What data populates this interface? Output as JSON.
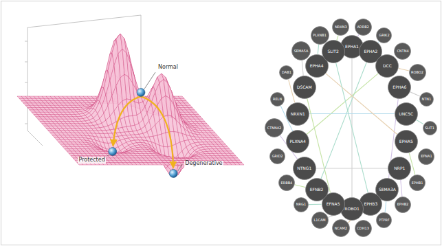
{
  "diagram": {
    "nodes": [
      {
        "text": [
          "EPHA1"
        ]
      },
      {
        "text": [
          "EPHA2"
        ]
      },
      {
        "text": [
          "DCC"
        ]
      },
      {
        "text": [
          "EPHA6"
        ]
      },
      {
        "text": [
          "UNC5C"
        ]
      },
      {
        "text": [
          "EPHA5"
        ]
      },
      {
        "text": [
          "NRP1"
        ]
      },
      {
        "text": [
          "SEMA3A"
        ]
      },
      {
        "text": [
          "EPHB3"
        ]
      },
      {
        "text": [
          "ROBO1"
        ]
      },
      {
        "text": [
          "EFNA5"
        ]
      },
      {
        "text": [
          "EFNB2"
        ]
      },
      {
        "text": [
          "NTNG1"
        ]
      },
      {
        "text": [
          "PLXNA4"
        ]
      },
      {
        "text": [
          "NRXN1"
        ]
      },
      {
        "text": [
          "DSCAM"
        ]
      },
      {
        "text": [
          "EPHA4"
        ]
      },
      {
        "text": [
          "SLIT2"
        ]
      },
      {
        "text": [
          "ADRB2"
        ]
      },
      {
        "text": [
          "GRIK2"
        ]
      },
      {
        "text": [
          "CNTN4"
        ]
      },
      {
        "text": [
          "ROBO2"
        ]
      },
      {
        "text": [
          "NTN1"
        ]
      },
      {
        "text": [
          "SLIT1"
        ]
      },
      {
        "text": [
          "EFNA1"
        ]
      },
      {
        "text": [
          "EPHB1"
        ]
      },
      {
        "text": [
          "EPHB2"
        ]
      },
      {
        "text": [
          "PTPRF"
        ]
      },
      {
        "text": [
          "CDH13"
        ]
      },
      {
        "text": [
          "NCAM2"
        ]
      },
      {
        "text": [
          "L1CAM"
        ]
      },
      {
        "text": [
          "NRG1"
        ]
      },
      {
        "text": [
          "ERBB4"
        ]
      },
      {
        "text": [
          "GRID2"
        ]
      },
      {
        "text": [
          "CTNNA2"
        ]
      },
      {
        "text": [
          "RELN"
        ]
      },
      {
        "text": [
          "DAB1"
        ]
      },
      {
        "text": [
          "SEMA5A"
        ]
      },
      {
        "text": [
          "PLXNB1"
        ]
      },
      {
        "text": [
          "NRXN3"
        ]
      }
    ],
    "edges": [
      {
        "from": 0,
        "to": 9,
        "arrow": "none"
      },
      {
        "from": 1,
        "to": 11,
        "arrow": "none"
      },
      {
        "from": 2,
        "to": 13,
        "arrow": "none"
      },
      {
        "from": 3,
        "to": 7,
        "arrow": "none"
      },
      {
        "from": 4,
        "to": 14,
        "arrow": "none"
      },
      {
        "from": 5,
        "to": 16,
        "arrow": "none"
      },
      {
        "from": 6,
        "to": 12,
        "arrow": "none"
      },
      {
        "from": 8,
        "to": 17,
        "arrow": "none"
      },
      {
        "from": 10,
        "to": 15,
        "arrow": "none"
      },
      {
        "from": 0,
        "to": 18,
        "arrow": "none"
      },
      {
        "from": 1,
        "to": 19,
        "arrow": "none"
      },
      {
        "from": 2,
        "to": 21,
        "arrow": "none"
      },
      {
        "from": 3,
        "to": 22,
        "arrow": "none"
      },
      {
        "from": 4,
        "to": 23,
        "arrow": "none"
      },
      {
        "from": 5,
        "to": 25,
        "arrow": "none"
      },
      {
        "from": 6,
        "to": 26,
        "arrow": "none"
      },
      {
        "from": 7,
        "to": 27,
        "arrow": "none"
      },
      {
        "from": 8,
        "to": 29,
        "arrow": "none"
      },
      {
        "from": 9,
        "to": 30,
        "arrow": "none"
      },
      {
        "from": 10,
        "to": 31,
        "arrow": "none"
      },
      {
        "from": 11,
        "to": 32,
        "arrow": "none"
      },
      {
        "from": 12,
        "to": 34,
        "arrow": "none"
      },
      {
        "from": 13,
        "to": 35,
        "arrow": "none"
      },
      {
        "from": 14,
        "to": 36,
        "arrow": "none"
      },
      {
        "from": 15,
        "to": 37,
        "arrow": "none"
      },
      {
        "from": 16,
        "to": 38,
        "arrow": "none"
      },
      {
        "from": 17,
        "to": 39,
        "arrow": "none"
      }
    ],
    "labels": [
      "Normal",
      "Protected",
      "Degenerative"
    ]
  }
}
